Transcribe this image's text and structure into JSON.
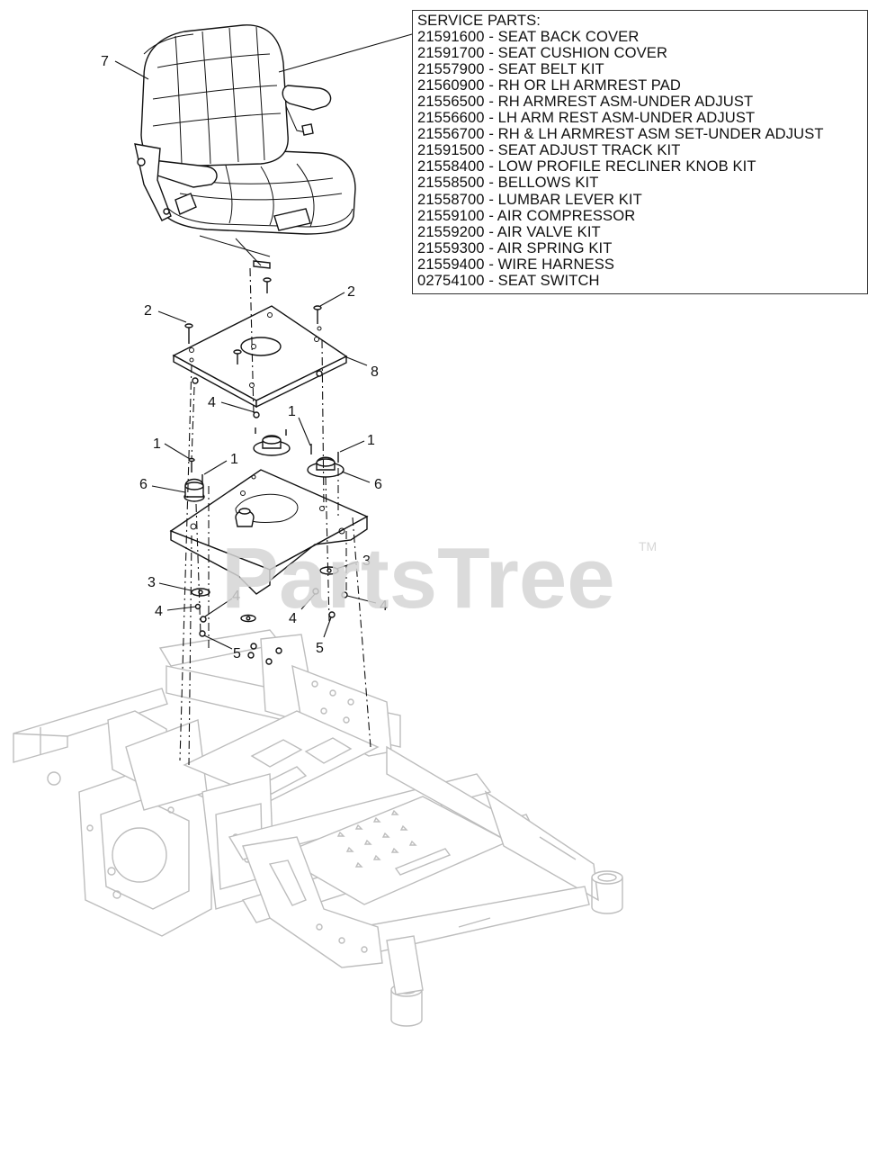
{
  "service_parts": {
    "title": "SERVICE PARTS:",
    "items": [
      "21591600 - SEAT BACK COVER",
      "21591700 - SEAT CUSHION COVER",
      "21557900 - SEAT BELT KIT",
      "21560900 - RH OR LH ARMREST PAD",
      "21556500 - RH ARMREST ASM-UNDER ADJUST",
      "21556600 - LH ARM REST ASM-UNDER ADJUST",
      "21556700 - RH & LH ARMREST ASM SET-UNDER ADJUST",
      "21591500 - SEAT ADJUST TRACK KIT",
      "21558400 - LOW PROFILE RECLINER KNOB KIT",
      "21558500 - BELLOWS KIT",
      "21558700 - LUMBAR LEVER KIT",
      "21559100 - AIR COMPRESSOR",
      "21559200 - AIR VALVE KIT",
      "21559300 - AIR SPRING KIT",
      "21559400 - WIRE HARNESS",
      "02754100 - SEAT SWITCH"
    ]
  },
  "callouts": {
    "seat": "7",
    "bolt_left": "2",
    "bolt_right": "2",
    "plate": "8",
    "nut_top": "4",
    "screw_center": "1",
    "screw_left_a": "1",
    "screw_left_b": "1",
    "screw_right": "1",
    "mount_left": "6",
    "mount_right": "6",
    "washer_left": "3",
    "washer_right": "3",
    "nut_left_a": "4",
    "nut_left_b": "4",
    "nut_center": "4",
    "nut_right": "4",
    "locknut_left": "5",
    "locknut_right": "5"
  },
  "watermark": {
    "text": "PartsTree",
    "tm": "TM"
  }
}
